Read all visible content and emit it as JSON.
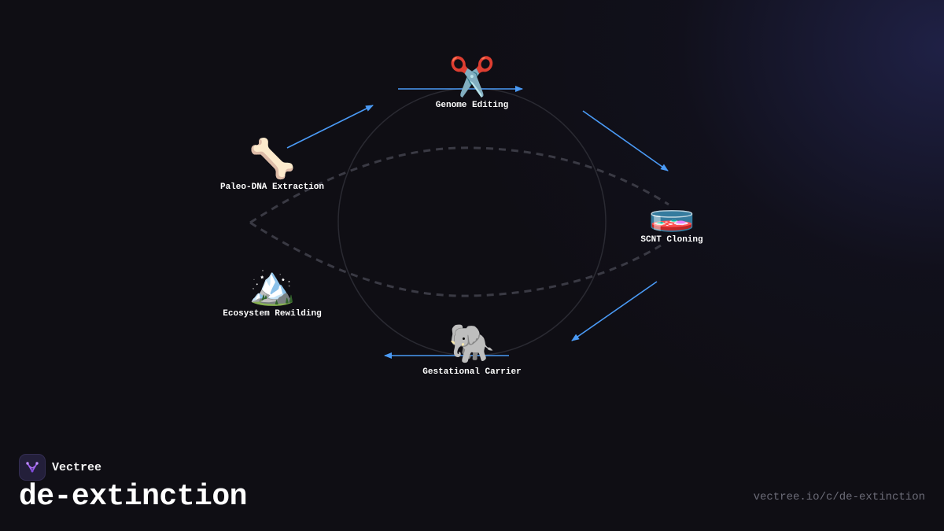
{
  "diagram": {
    "nodes": [
      {
        "id": "genome-editing",
        "label": "Genome Editing",
        "icon": "✂️",
        "icon_name": "scissors-icon"
      },
      {
        "id": "scnt-cloning",
        "label": "SCNT Cloning",
        "icon": "🧫",
        "icon_name": "petri-dish-icon"
      },
      {
        "id": "gestational-carrier",
        "label": "Gestational Carrier",
        "icon": "🐘",
        "icon_name": "elephant-icon"
      },
      {
        "id": "ecosystem-rewilding",
        "label": "Ecosystem Rewilding",
        "icon": "🏔️",
        "icon_name": "mountain-icon"
      },
      {
        "id": "paleo-dna-extraction",
        "label": "Paleo-DNA Extraction",
        "icon": "🦴",
        "icon_name": "bone-icon"
      }
    ],
    "arrow_color": "#4a9af5"
  },
  "footer": {
    "brand_name": "Vectree",
    "title": "de-extinction",
    "url": "vectree.io/c/de-extinction"
  }
}
